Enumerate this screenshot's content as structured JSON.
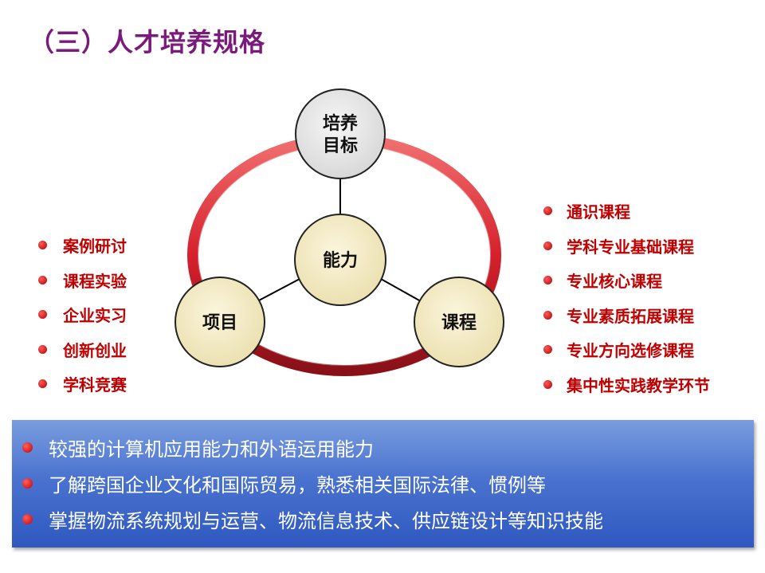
{
  "title": "（三）人才培养规格",
  "diagram": {
    "top_node": [
      "培养",
      "目标"
    ],
    "center_node": "能力",
    "left_node": "项目",
    "right_node": "课程"
  },
  "left_list": [
    "案例研讨",
    "课程实验",
    "企业实习",
    "创新创业",
    "学科竞赛"
  ],
  "right_list": [
    "通识课程",
    "学科专业基础课程",
    "专业核心课程",
    "专业素质拓展课程",
    "专业方向选修课程",
    "集中性实践教学环节"
  ],
  "panel_items": [
    "较强的计算机应用能力和外语运用能力",
    "了解跨国企业文化和国际贸易，熟悉相关国际法律、惯例等",
    "掌握物流系统规划与运营、物流信息技术、供应链设计等知识技能"
  ],
  "colors": {
    "title": "#7a1a7a",
    "ring": "#d6202c",
    "node_fill": "#f2e8c0",
    "top_node_fill": "#e6e6e6",
    "list_text": "#c00000",
    "panel": "#4a73cf"
  }
}
